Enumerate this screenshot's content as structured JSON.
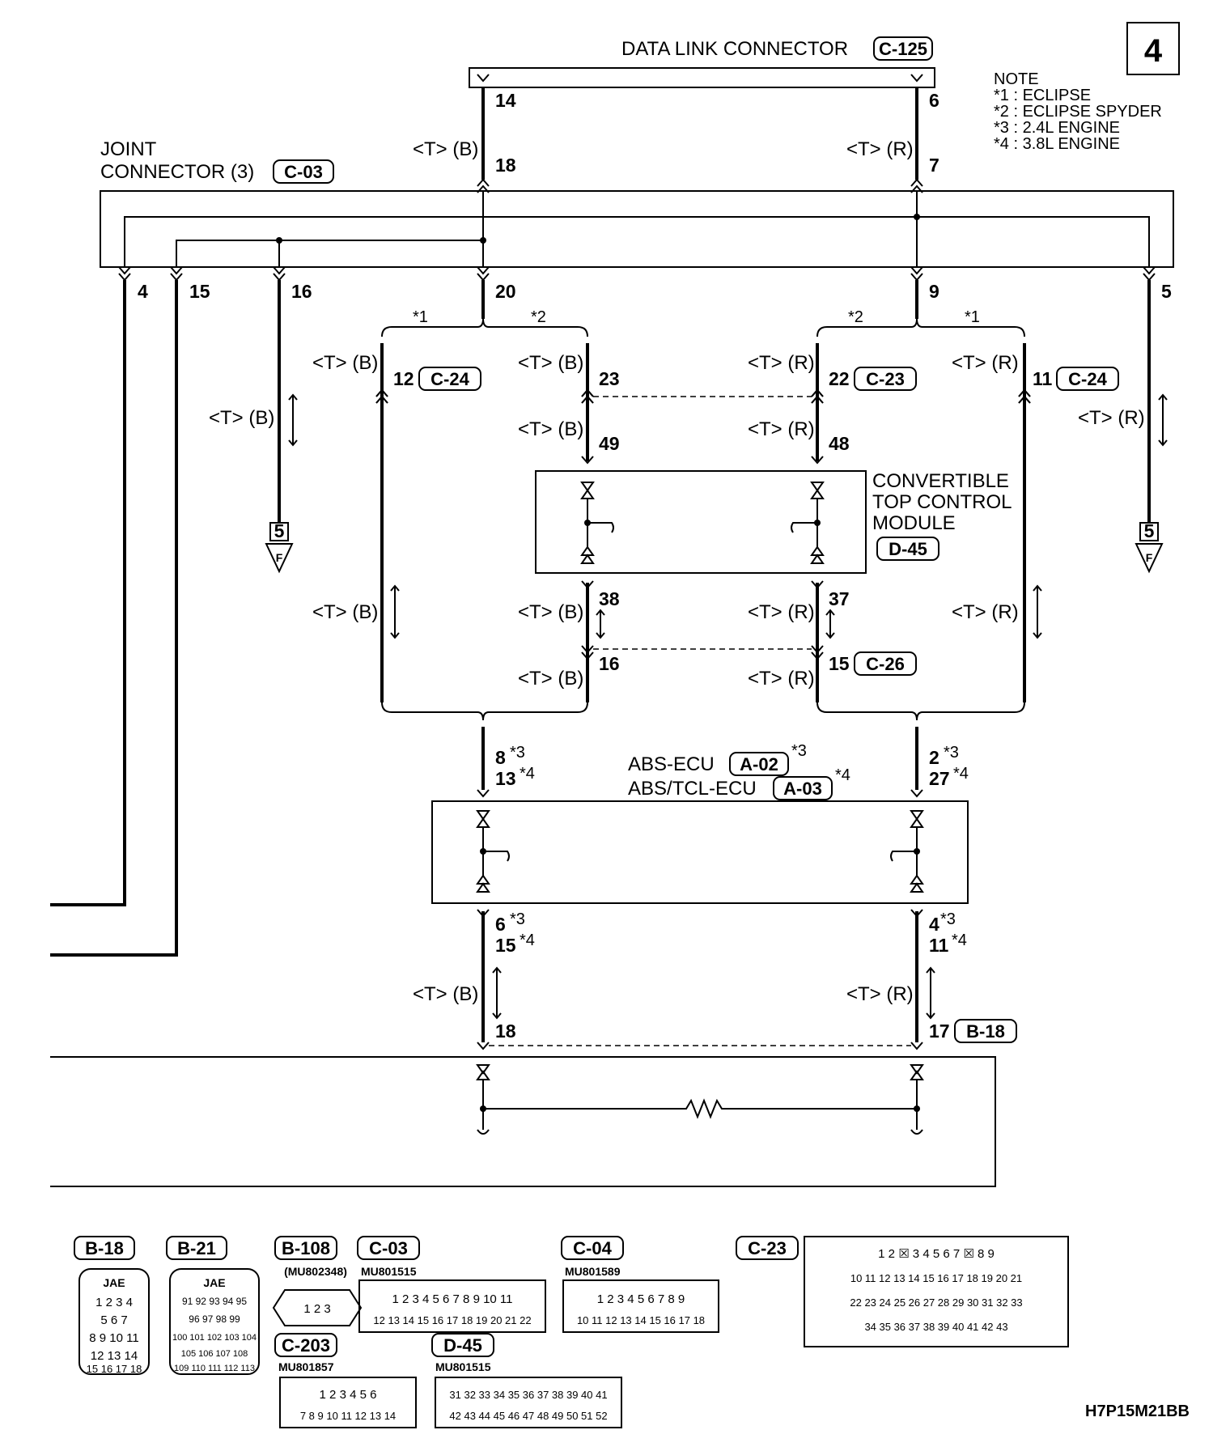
{
  "page_number": "4",
  "figure_code": "H7P15M21BB",
  "note": {
    "title": "NOTE",
    "items": [
      "*1 : ECLIPSE",
      "*2 : ECLIPSE SPYDER",
      "*3 : 2.4L ENGINE",
      "*4 : 3.8L ENGINE"
    ]
  },
  "data_link_connector": {
    "label": "DATA LINK CONNECTOR",
    "code": "C-125",
    "pin_left": "14",
    "pin_right": "6"
  },
  "joint_connector": {
    "label_line1": "JOINT",
    "label_line2": "CONNECTOR (3)",
    "code": "C-03",
    "pin_18": "18",
    "pin_7": "7",
    "pin_4": "4",
    "pin_15": "15",
    "pin_16": "16",
    "pin_20": "20",
    "pin_9": "9",
    "pin_5": "5"
  },
  "wire_labels": {
    "b": "<T> (B)",
    "r": "<T> (R)"
  },
  "markers": {
    "m1": "*1",
    "m2": "*2",
    "s3": "*3",
    "s4": "*4"
  },
  "connectors_mid": {
    "c24_left_pin": "12",
    "c24_code": "C-24",
    "c24_right_pin": "11",
    "c23_left_pin": "23",
    "c23_right_pin": "22",
    "c23_code": "C-23",
    "p49": "49",
    "p48": "48",
    "p38": "38",
    "p37": "37",
    "c26_left_pin": "16",
    "c26_right_pin": "15",
    "c26_code": "C-26"
  },
  "convertible_module": {
    "line1": "CONVERTIBLE",
    "line2": "TOP CONTROL",
    "line3": "MODULE",
    "code": "D-45"
  },
  "off_page": {
    "number": "5",
    "letter": "F"
  },
  "abs": {
    "line1": "ABS-ECU",
    "code1": "A-02",
    "line2": "ABS/TCL-ECU",
    "code2": "A-03",
    "pin_l1": "8",
    "pin_l2": "13",
    "pin_r1": "2",
    "pin_r2": "27",
    "pin_l3": "6",
    "pin_l4": "15",
    "pin_r3": "4",
    "pin_r4": "11"
  },
  "bottom_connector": {
    "pin_left": "18",
    "pin_right": "17",
    "code": "B-18"
  },
  "connector_views": [
    {
      "code": "B-18",
      "sub": "JAE",
      "rows": [
        [
          "1",
          "2",
          "3",
          "4"
        ],
        [
          "5",
          "6",
          "7"
        ],
        [
          "8",
          "9",
          "10",
          "11"
        ],
        [
          "12",
          "13",
          "14"
        ],
        [
          "15",
          "16",
          "17",
          "18"
        ]
      ]
    },
    {
      "code": "B-21",
      "sub": "JAE",
      "rows": [
        [
          "91",
          "92",
          "93",
          "94",
          "95"
        ],
        [
          "96",
          "97",
          "98",
          "99"
        ],
        [
          "100",
          "101",
          "102",
          "103",
          "104"
        ],
        [
          "105",
          "106",
          "107",
          "108"
        ],
        [
          "109",
          "110",
          "111",
          "112",
          "113"
        ]
      ]
    },
    {
      "code": "B-108",
      "sub": "(MU802348)",
      "rows": [
        [
          "1",
          "2",
          "3"
        ]
      ]
    },
    {
      "code": "C-03",
      "sub": "MU801515",
      "rows": [
        [
          "1",
          "2",
          "3",
          "4",
          "5",
          "6",
          "7",
          "8",
          "9",
          "10",
          "11"
        ],
        [
          "12",
          "13",
          "14",
          "15",
          "16",
          "17",
          "18",
          "19",
          "20",
          "21",
          "22"
        ]
      ]
    },
    {
      "code": "C-04",
      "sub": "MU801589",
      "rows": [
        [
          "1",
          "2",
          "3",
          "4",
          "5",
          "6",
          "7",
          "8",
          "9"
        ],
        [
          "10",
          "11",
          "12",
          "13",
          "14",
          "15",
          "16",
          "17",
          "18"
        ]
      ]
    },
    {
      "code": "C-23",
      "sub": "",
      "rows": [
        [
          "1",
          "2",
          "3",
          "4",
          "5",
          "6",
          "7",
          "8",
          "9"
        ],
        [
          "10",
          "11",
          "12",
          "13",
          "14",
          "15",
          "16",
          "17",
          "18",
          "19",
          "20",
          "21"
        ],
        [
          "22",
          "23",
          "24",
          "25",
          "26",
          "27",
          "28",
          "29",
          "30",
          "31",
          "32",
          "33"
        ],
        [
          "34",
          "35",
          "36",
          "37",
          "38",
          "39",
          "40",
          "41",
          "42",
          "43"
        ]
      ]
    },
    {
      "code": "C-203",
      "sub": "MU801857",
      "rows": [
        [
          "1",
          "2",
          "3",
          "4",
          "5",
          "6"
        ],
        [
          "7",
          "8",
          "9",
          "10",
          "11",
          "12",
          "13",
          "14"
        ]
      ]
    },
    {
      "code": "D-45",
      "sub": "MU801515",
      "rows": [
        [
          "31",
          "32",
          "33",
          "34",
          "35",
          "36",
          "37",
          "38",
          "39",
          "40",
          "41"
        ],
        [
          "42",
          "43",
          "44",
          "45",
          "46",
          "47",
          "48",
          "49",
          "50",
          "51",
          "52"
        ]
      ]
    }
  ]
}
